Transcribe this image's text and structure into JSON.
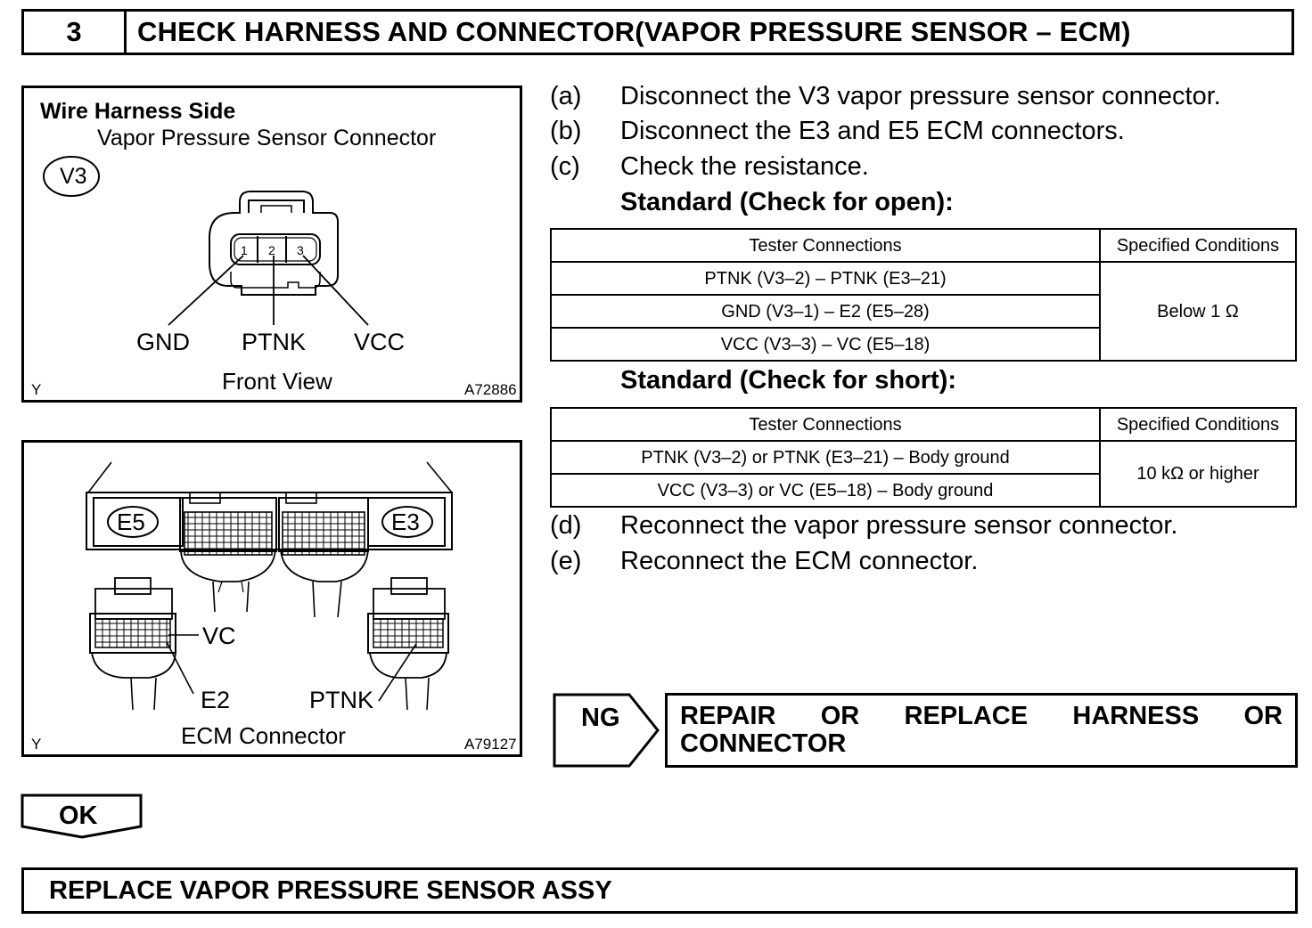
{
  "header": {
    "step_number": "3",
    "title": "CHECK HARNESS AND CONNECTOR(VAPOR PRESSURE SENSOR – ECM)"
  },
  "diagram1": {
    "title": "Wire Harness Side",
    "subtitle": "Vapor Pressure Sensor Connector",
    "connector_id": "V3",
    "pins": [
      "1",
      "2",
      "3"
    ],
    "labels": {
      "gnd": "GND",
      "ptnk": "PTNK",
      "vcc": "VCC"
    },
    "view": "Front View",
    "corner_mark": "Y",
    "figure_code": "A72886"
  },
  "diagram2": {
    "e5": "E5",
    "e3": "E3",
    "labels": {
      "vc": "VC",
      "e2": "E2",
      "ptnk": "PTNK"
    },
    "caption": "ECM Connector",
    "corner_mark": "Y",
    "figure_code": "A79127"
  },
  "steps": [
    {
      "letter": "(a)",
      "text": "Disconnect the V3 vapor pressure sensor connector."
    },
    {
      "letter": "(b)",
      "text": "Disconnect the E3 and E5 ECM connectors."
    },
    {
      "letter": "(c)",
      "text": "Check the resistance."
    },
    {
      "letter": "(d)",
      "text": "Reconnect the vapor pressure sensor connector."
    },
    {
      "letter": "(e)",
      "text": "Reconnect the ECM connector."
    }
  ],
  "standard_open": {
    "heading": "Standard (Check for open):",
    "col1": "Tester Connections",
    "col2": "Specified Conditions",
    "rows": [
      "PTNK (V3–2) – PTNK (E3–21)",
      "GND (V3–1) – E2 (E5–28)",
      "VCC (V3–3) – VC (E5–18)"
    ],
    "condition": "Below 1 Ω"
  },
  "standard_short": {
    "heading": "Standard (Check for short):",
    "col1": "Tester Connections",
    "col2": "Specified Conditions",
    "rows": [
      "PTNK (V3–2) or PTNK (E3–21) – Body ground",
      "VCC (V3–3) or VC (E5–18) – Body ground"
    ],
    "condition": "10 kΩ or higher"
  },
  "ng": {
    "label": "NG",
    "result_words": [
      "REPAIR",
      "OR",
      "REPLACE",
      "HARNESS",
      "OR"
    ],
    "result_line2": "CONNECTOR"
  },
  "ok": {
    "label": "OK"
  },
  "final": {
    "text": "REPLACE VAPOR PRESSURE SENSOR ASSY"
  }
}
